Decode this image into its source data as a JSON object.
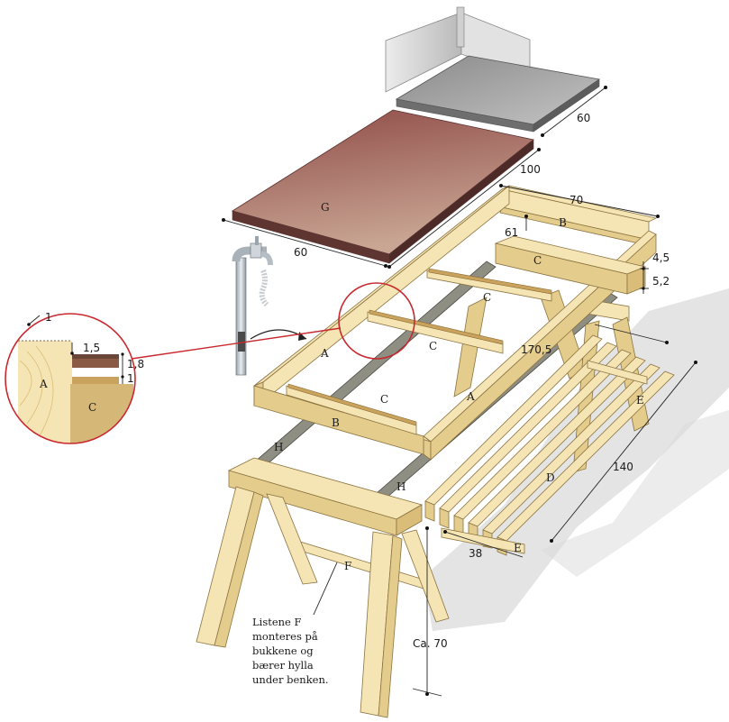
{
  "labels": {
    "G": "G",
    "A1": "A",
    "A2": "A",
    "B1": "B",
    "B2": "B",
    "C1": "C",
    "C2": "C",
    "C3": "C",
    "C4": "C",
    "C_detail": "C",
    "A_detail": "A",
    "D": "D",
    "E1": "E",
    "E2": "E",
    "F": "F",
    "H1": "H",
    "H2": "H"
  },
  "dimensions": {
    "top_sheet_depth": "60",
    "top_sheet_length": "100",
    "counter_width": "60",
    "frame_width": "70",
    "frame_inner": "61",
    "beam_height_1": "4,5",
    "beam_height_2": "5,2",
    "frame_length": "170,5",
    "bench_length": "140",
    "bench_width": "38",
    "height": "Ca. 70",
    "detail_1": "1",
    "detail_1_5": "1,5",
    "detail_1_8": "1,8",
    "detail_1b": "1"
  },
  "note": {
    "line1": "Listene F",
    "line2": "monteres på",
    "line3": "bukkene og",
    "line4": "bærer hylla",
    "line5": "under benken."
  },
  "colors": {
    "wood_light": "#f6e5b4",
    "wood_mid": "#e4cc8c",
    "countertop": "#a0625c",
    "steel": "#9a9a9a",
    "detail_circle": "#c8282e"
  }
}
